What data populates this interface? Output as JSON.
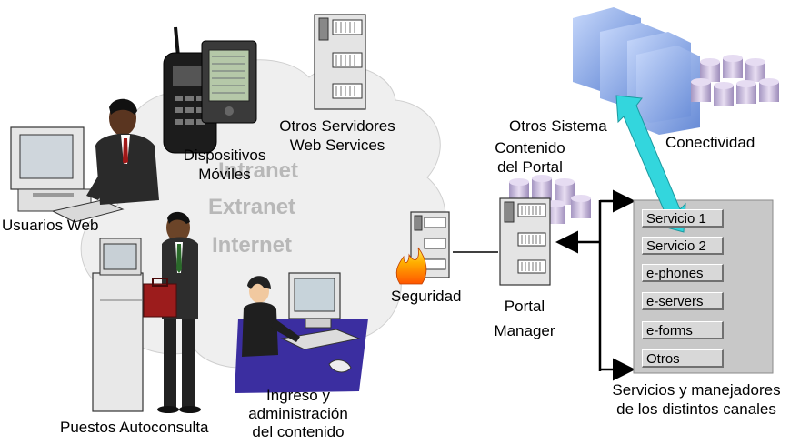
{
  "cloud_labels": [
    "Intranet",
    "Extranet",
    "Internet"
  ],
  "labels": {
    "dispositivos_moviles": [
      "Dispositivos",
      "Móviles"
    ],
    "otros_servidores": [
      "Otros Servidores",
      "Web Services"
    ],
    "otros_sistemas": "Otros Sistema",
    "contenido_portal": [
      "Contenido",
      "del Portal"
    ],
    "conectividad": "Conectividad",
    "usuarios_web": "Usuarios Web",
    "seguridad": "Seguridad",
    "portal_manager": [
      "Portal",
      "Manager"
    ],
    "puestos_autoconsulta": "Puestos Autoconsulta",
    "ingreso": [
      "Ingreso y",
      "administración",
      "del contenido"
    ],
    "servicios_canales": [
      "Servicios y manejadores",
      "de los distintos canales"
    ]
  },
  "services": [
    "Servicio 1",
    "Servicio 2",
    "e-phones",
    "e-servers",
    "e-forms",
    "Otros"
  ],
  "colors": {
    "arrow_cyan": "#33d6dd",
    "panel_gray": "#c8c8c8",
    "server_blue": "#8faee6",
    "db_lavender": "#c9b9dc",
    "cloud_fill": "#efefef"
  },
  "icons": [
    "desktop-computer-icon",
    "businessman-icon",
    "mobile-phone-icon",
    "pda-icon",
    "server-tower-icon",
    "mainframe-icon",
    "database-icon",
    "firewall-flame-icon",
    "kiosk-icon",
    "operator-workstation-icon"
  ]
}
